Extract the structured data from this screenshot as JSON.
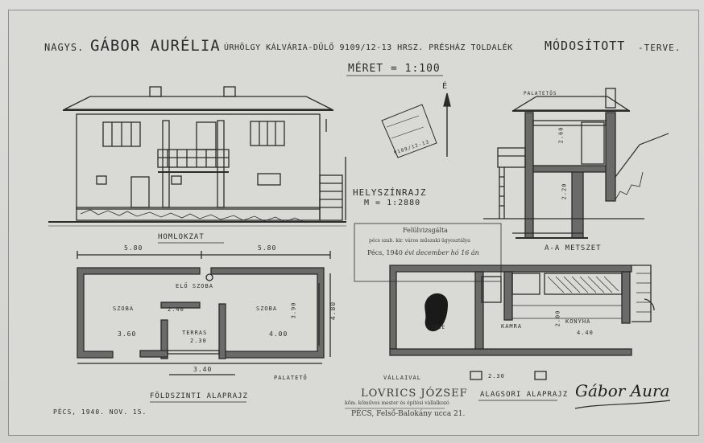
{
  "title": {
    "prefix": "NAGYS.",
    "name": "GÁBOR AURÉLIA",
    "middle": "ÚRHÖLGY KÁLVÁRIA-DŰLŐ 9109/12-13 HRSZ. PRÉSHÁZ TOLDALÉK",
    "emphasis": "MÓDOSÍTOTT",
    "suffix": "-TERVE."
  },
  "scale": "MÉRET = 1:100",
  "north_label": "É",
  "views": {
    "front": "HOMLOKZAT",
    "section": "A-A METSZET",
    "ground_plan": "FÖLDSZINTI ALAPRAJZ",
    "basement_plan": "ALAGSORI ALAPRAJZ",
    "site_plan": "HELYSZÍNRAJZ",
    "site_scale": "M = 1:2880"
  },
  "dimensions": {
    "width_left": "5.80",
    "width_right": "5.80",
    "depth": "4.80",
    "porch_depth": "3.40",
    "room1_w": "3.60",
    "room2_w": "4.00",
    "room2_d": "3.90",
    "section_h1": "2.60",
    "section_h2": "2.20",
    "terrace_w": "2.30",
    "kitchen_w": "4.40",
    "hall_w": "2.40",
    "basement_h": "2.00",
    "bottom_dim": "2.30"
  },
  "section_labels": {
    "roof": "PALATETŐS"
  },
  "rooms": {
    "r1": "SZOBA",
    "r2": "SZOBA",
    "hall": "ELŐ SZOBA",
    "terrace": "TERRAS",
    "b_kamra": "KAMRA",
    "b_konyha": "KONYHA",
    "b_pince": "PINCE"
  },
  "notes": {
    "roof_note": "PALATETŐ",
    "vallaival": "VÁLLAIVAL",
    "site_lot": "9109/12-13"
  },
  "approval_stamp": {
    "line1": "Felülvizsgálta",
    "line2": "pécs szab. kir. város műszaki ügyosztálya",
    "line3_prefix": "Pécs, 1940",
    "line3_month": "évi december",
    "line3_day": "hó 16",
    "line3_suffix": "án"
  },
  "architect": {
    "name": "LOVRICS JÓZSEF",
    "line2": "kőm. kőműves mester és építési vállalkozó",
    "address": "PÉCS, Felső-Balokány ucca 21."
  },
  "date_note": "PÉCS, 1940. NOV. 15.",
  "signature": "Gábor Aura",
  "colors": {
    "paper": "#d9d9d6",
    "ink": "#2b2b2b",
    "wall_fill": "#6a6a68"
  }
}
